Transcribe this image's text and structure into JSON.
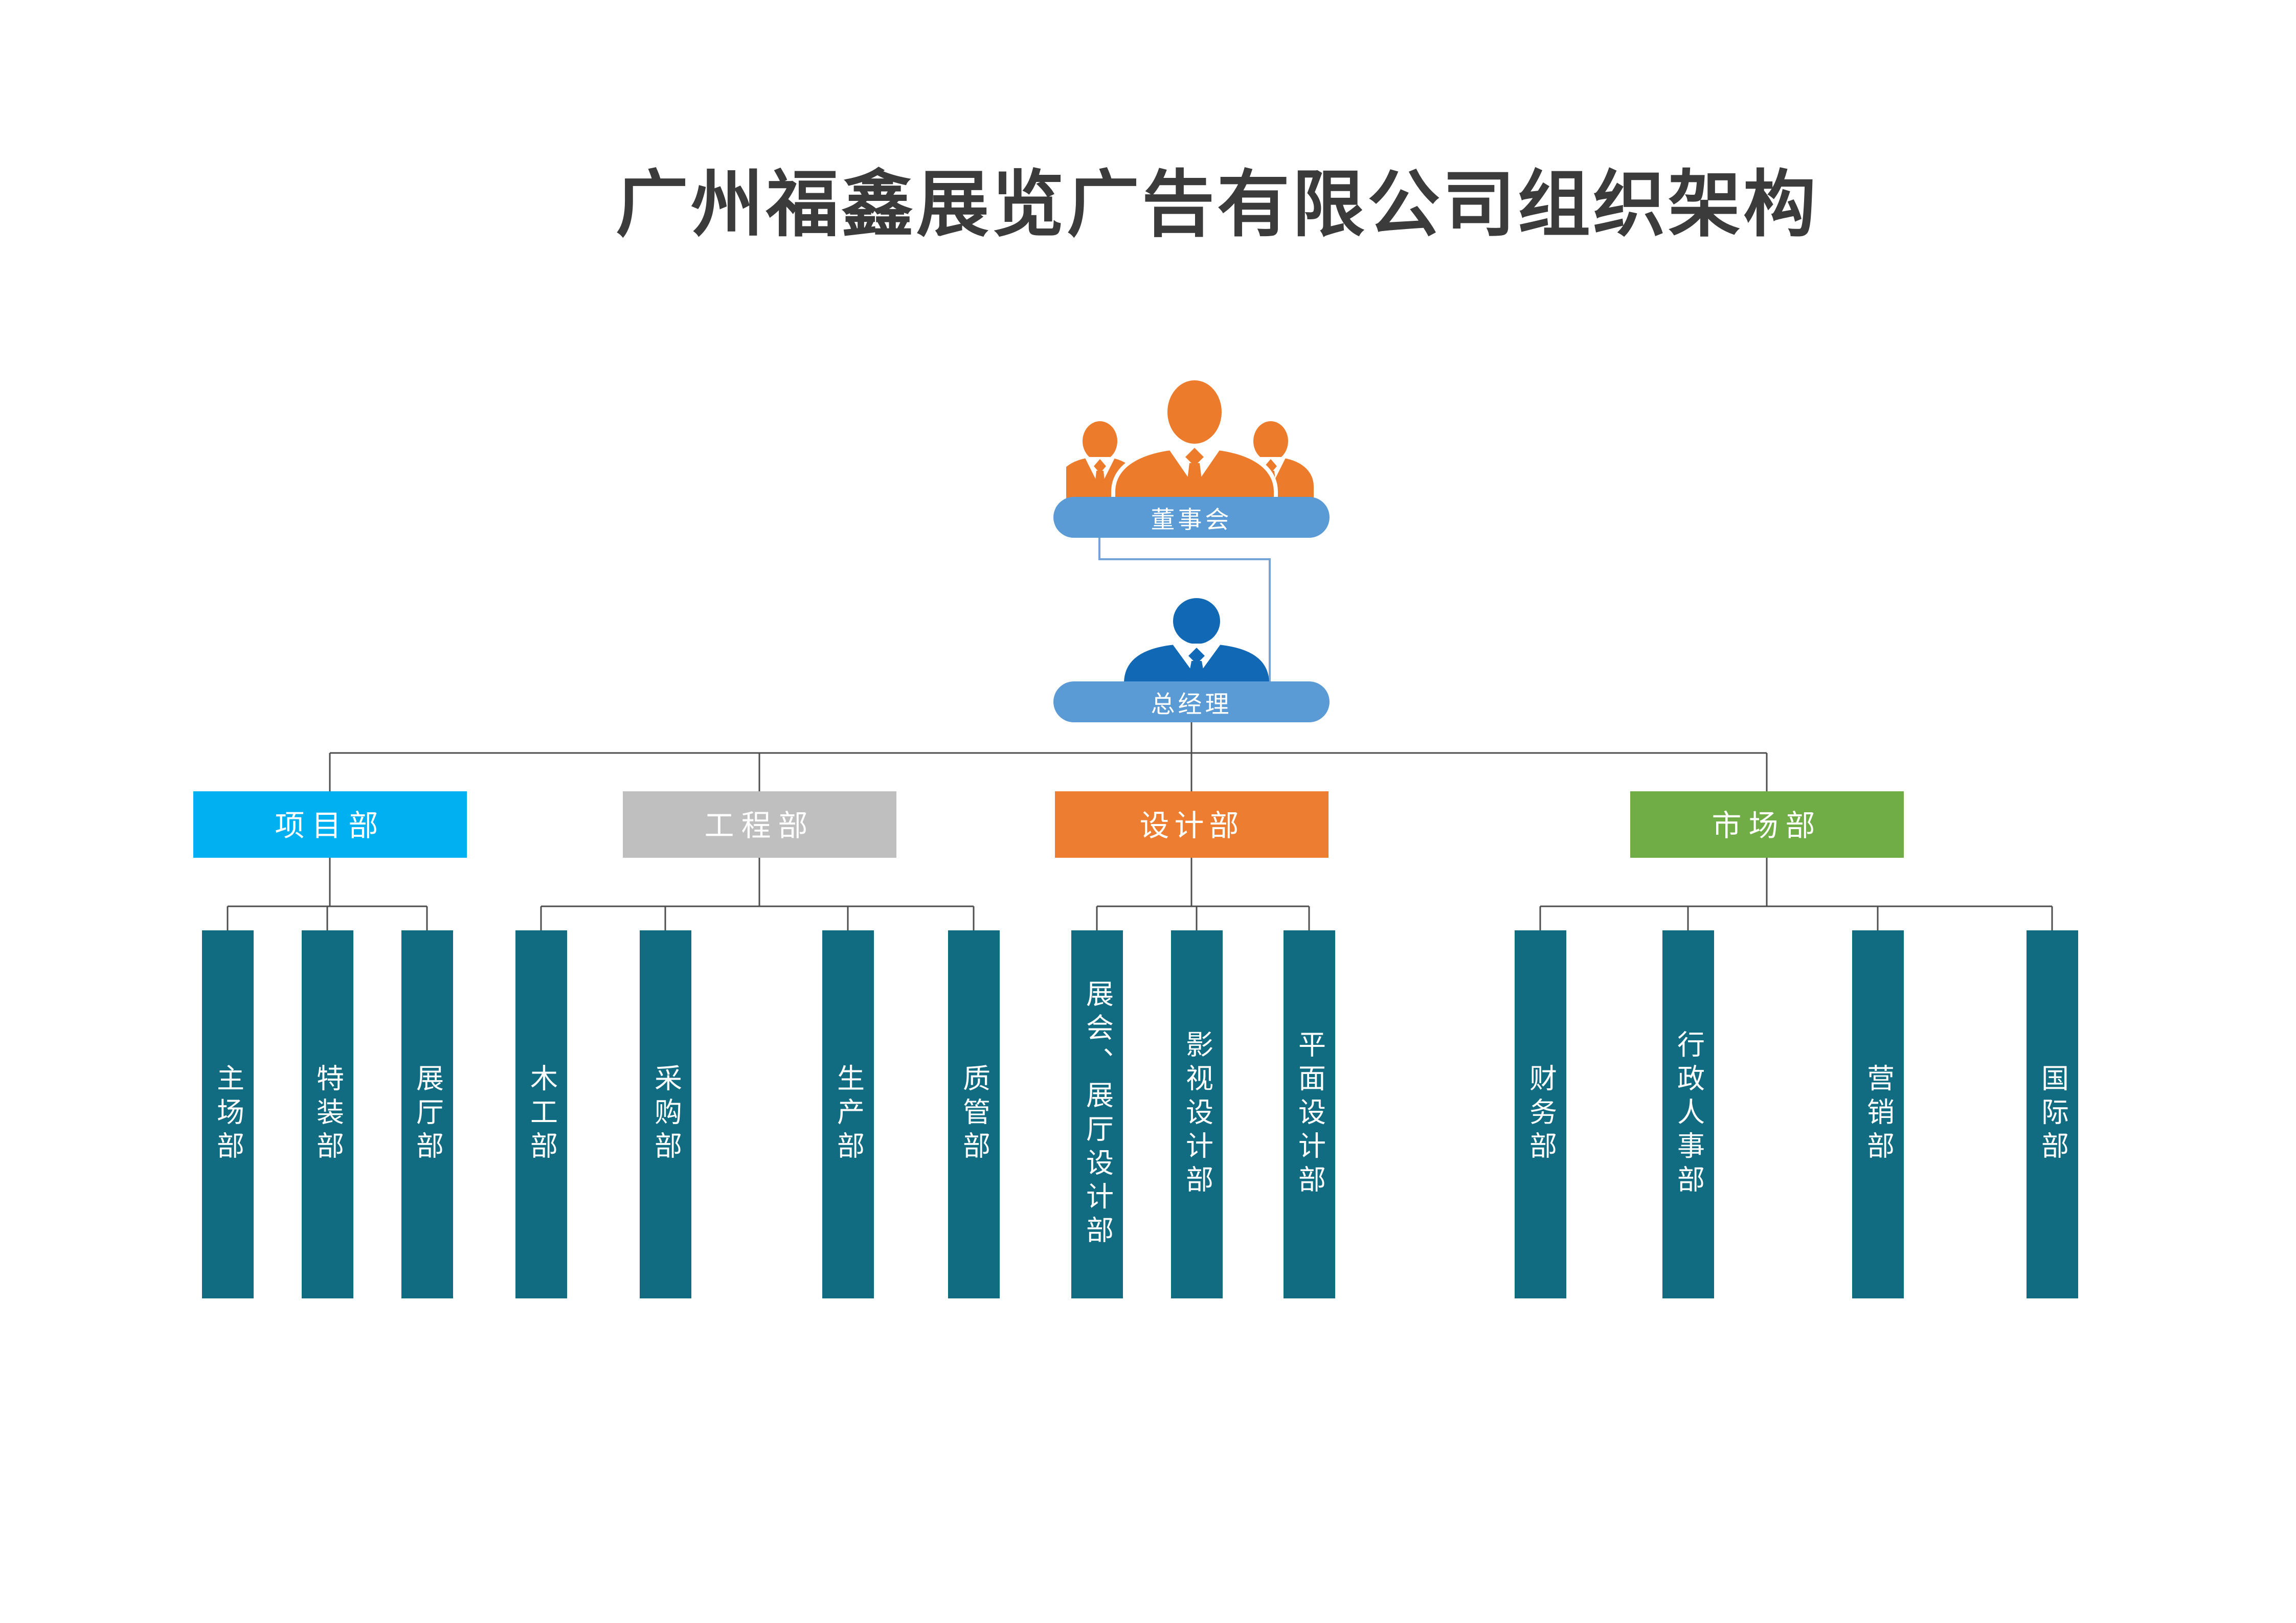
{
  "page": {
    "title": "广州福鑫展览广告有限公司组织架构",
    "background": "#ffffff",
    "title_color": "#3b3b3b"
  },
  "board": {
    "label": "董事会",
    "icon": "board-people-icon",
    "pill_color": "#5b9bd5",
    "icon_color": "#ec7c2b"
  },
  "manager": {
    "label": "总经理",
    "icon": "manager-person-icon",
    "pill_color": "#5b9bd5",
    "icon_color": "#1168b5"
  },
  "departments": [
    {
      "label": "项目部",
      "color": "#00b0f0",
      "children": [
        {
          "label": "主场部"
        },
        {
          "label": "特装部"
        },
        {
          "label": "展厅部"
        }
      ]
    },
    {
      "label": "工程部",
      "color": "#bfbfbf",
      "children": [
        {
          "label": "木工部"
        },
        {
          "label": "采购部"
        },
        {
          "label": "生产部"
        },
        {
          "label": "质管部"
        }
      ]
    },
    {
      "label": "设计部",
      "color": "#ed7d31",
      "children": [
        {
          "label": "展会、展厅设计部"
        },
        {
          "label": "影视设计部"
        },
        {
          "label": "平面设计部"
        }
      ]
    },
    {
      "label": "市场部",
      "color": "#70ad47",
      "children": [
        {
          "label": "财务部"
        },
        {
          "label": "行政人事部"
        },
        {
          "label": "营销部"
        },
        {
          "label": "国际部"
        }
      ]
    }
  ],
  "colors": {
    "sub_bar": "#116c82",
    "connector_blue": "#74a3d6",
    "connector_gray": "#4d4d4d",
    "bar_text": "#ffffff"
  }
}
